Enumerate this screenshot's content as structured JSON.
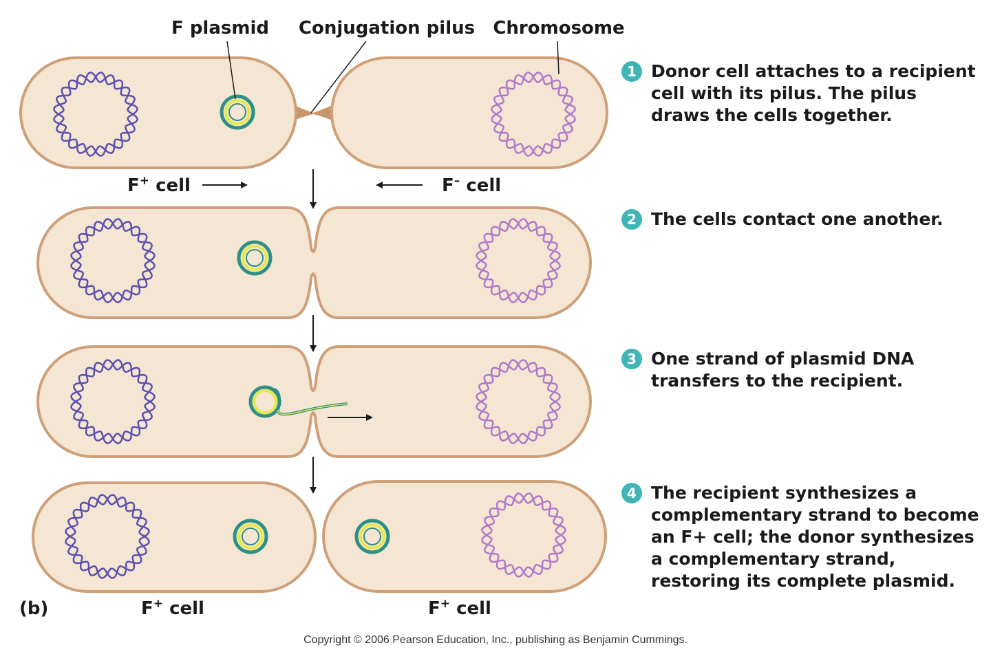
{
  "colors": {
    "cell_fill": "#f4e6d2",
    "cell_stroke": "#cf9f78",
    "pilus": "#c9956a",
    "donor_chromosome": "#5b4fb0",
    "recipient_chromosome": "#b079c9",
    "plasmid_outer": "#2f8f86",
    "plasmid_inner": "#e8e84a",
    "step_badge": "#3fb5b8",
    "arrow": "#1a1a1a"
  },
  "labels": {
    "f_plasmid": "F plasmid",
    "conjugation_pilus": "Conjugation pilus",
    "chromosome": "Chromosome",
    "fplus_base": "F",
    "fplus_sup": "+",
    "fminus_base": "F",
    "fminus_sup": "–",
    "cell_word": " cell",
    "panel": "(b)"
  },
  "steps": [
    {
      "number": "1",
      "lines": [
        "Donor cell attaches to a recipient",
        "cell with its pilus. The pilus",
        "draws the cells together."
      ]
    },
    {
      "number": "2",
      "lines": [
        "The cells contact one another."
      ]
    },
    {
      "number": "3",
      "lines": [
        "One strand of plasmid DNA",
        "transfers to the recipient."
      ]
    },
    {
      "number": "4",
      "lines": [
        "The recipient synthesizes a",
        "complementary strand to become",
        "an F+ cell; the donor synthesizes",
        "a complementary strand,",
        "restoring its complete plasmid."
      ]
    }
  ],
  "copyright": "Copyright © 2006 Pearson Education, Inc., publishing as Benjamin Cummings."
}
